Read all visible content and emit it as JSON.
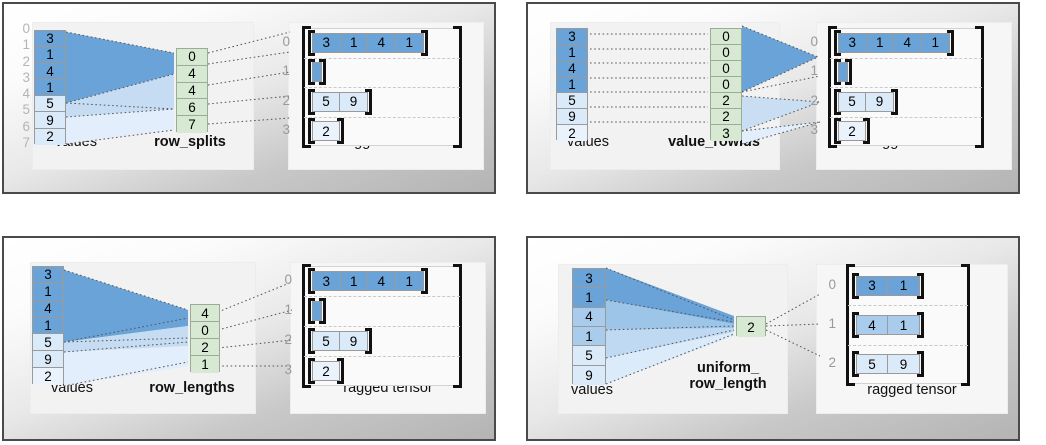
{
  "colors": {
    "blue_dark": "#6aa3d8",
    "blue_mid": "#a9cced",
    "blue_light": "#dbeaf8",
    "blue_lightest": "#eaf3fc",
    "green": "#d7e8d3",
    "green_border": "#9aab97",
    "cell_border": "#9a9a9a",
    "index_gray": "#b5b5b5",
    "bracket": "#111111",
    "panel_border": "#4a4a4a"
  },
  "panels": [
    {
      "id": "row-splits",
      "encoding_label": "row_splits",
      "values_label": "values",
      "tensor_label": "ragged tensor",
      "values": [
        "3",
        "1",
        "4",
        "1",
        "5",
        "9",
        "2"
      ],
      "value_shades": [
        "dark",
        "dark",
        "dark",
        "dark",
        "light",
        "light",
        "light"
      ],
      "value_indices": [
        "0",
        "1",
        "2",
        "3",
        "4",
        "5",
        "6",
        "7"
      ],
      "encoding": [
        "0",
        "4",
        "4",
        "6",
        "7"
      ],
      "tensor_rows": [
        {
          "label": "0",
          "cells": [
            "3",
            "1",
            "4",
            "1"
          ],
          "shade": "dark"
        },
        {
          "label": "1",
          "cells": [],
          "shade": "dark"
        },
        {
          "label": "2",
          "cells": [
            "5",
            "9"
          ],
          "shade": "light"
        },
        {
          "label": "3",
          "cells": [
            "2"
          ],
          "shade": "lightest"
        }
      ]
    },
    {
      "id": "value-rowids",
      "encoding_label": "value_rowids",
      "values_label": "values",
      "tensor_label": "ragged tensor",
      "values": [
        "3",
        "1",
        "4",
        "1",
        "5",
        "9",
        "2"
      ],
      "value_shades": [
        "dark",
        "dark",
        "dark",
        "dark",
        "light",
        "light",
        "lightest"
      ],
      "value_indices": [],
      "encoding": [
        "0",
        "0",
        "0",
        "0",
        "2",
        "2",
        "3"
      ],
      "tensor_rows": [
        {
          "label": "0",
          "cells": [
            "3",
            "1",
            "4",
            "1"
          ],
          "shade": "dark"
        },
        {
          "label": "1",
          "cells": [],
          "shade": "dark"
        },
        {
          "label": "2",
          "cells": [
            "5",
            "9"
          ],
          "shade": "light"
        },
        {
          "label": "3",
          "cells": [
            "2"
          ],
          "shade": "lightest"
        }
      ]
    },
    {
      "id": "row-lengths",
      "encoding_label": "row_lengths",
      "values_label": "values",
      "tensor_label": "ragged tensor",
      "values": [
        "3",
        "1",
        "4",
        "1",
        "5",
        "9",
        "2"
      ],
      "value_shades": [
        "dark",
        "dark",
        "dark",
        "dark",
        "light",
        "light",
        "lightest"
      ],
      "value_indices": [],
      "encoding": [
        "4",
        "0",
        "2",
        "1"
      ],
      "tensor_rows": [
        {
          "label": "0",
          "cells": [
            "3",
            "1",
            "4",
            "1"
          ],
          "shade": "dark"
        },
        {
          "label": "1",
          "cells": [],
          "shade": "dark"
        },
        {
          "label": "2",
          "cells": [
            "5",
            "9"
          ],
          "shade": "light"
        },
        {
          "label": "3",
          "cells": [
            "2"
          ],
          "shade": "lightest"
        }
      ]
    },
    {
      "id": "uniform-row-length",
      "encoding_label": "uniform_\nrow_length",
      "values_label": "values",
      "tensor_label": "ragged tensor",
      "values": [
        "3",
        "1",
        "4",
        "1",
        "5",
        "9"
      ],
      "value_shades": [
        "dark",
        "dark",
        "mid",
        "mid",
        "light",
        "light"
      ],
      "value_indices": [],
      "encoding": [
        "2"
      ],
      "tensor_rows": [
        {
          "label": "0",
          "cells": [
            "3",
            "1"
          ],
          "shade": "dark"
        },
        {
          "label": "1",
          "cells": [
            "4",
            "1"
          ],
          "shade": "mid"
        },
        {
          "label": "2",
          "cells": [
            "5",
            "9"
          ],
          "shade": "light"
        }
      ]
    }
  ]
}
